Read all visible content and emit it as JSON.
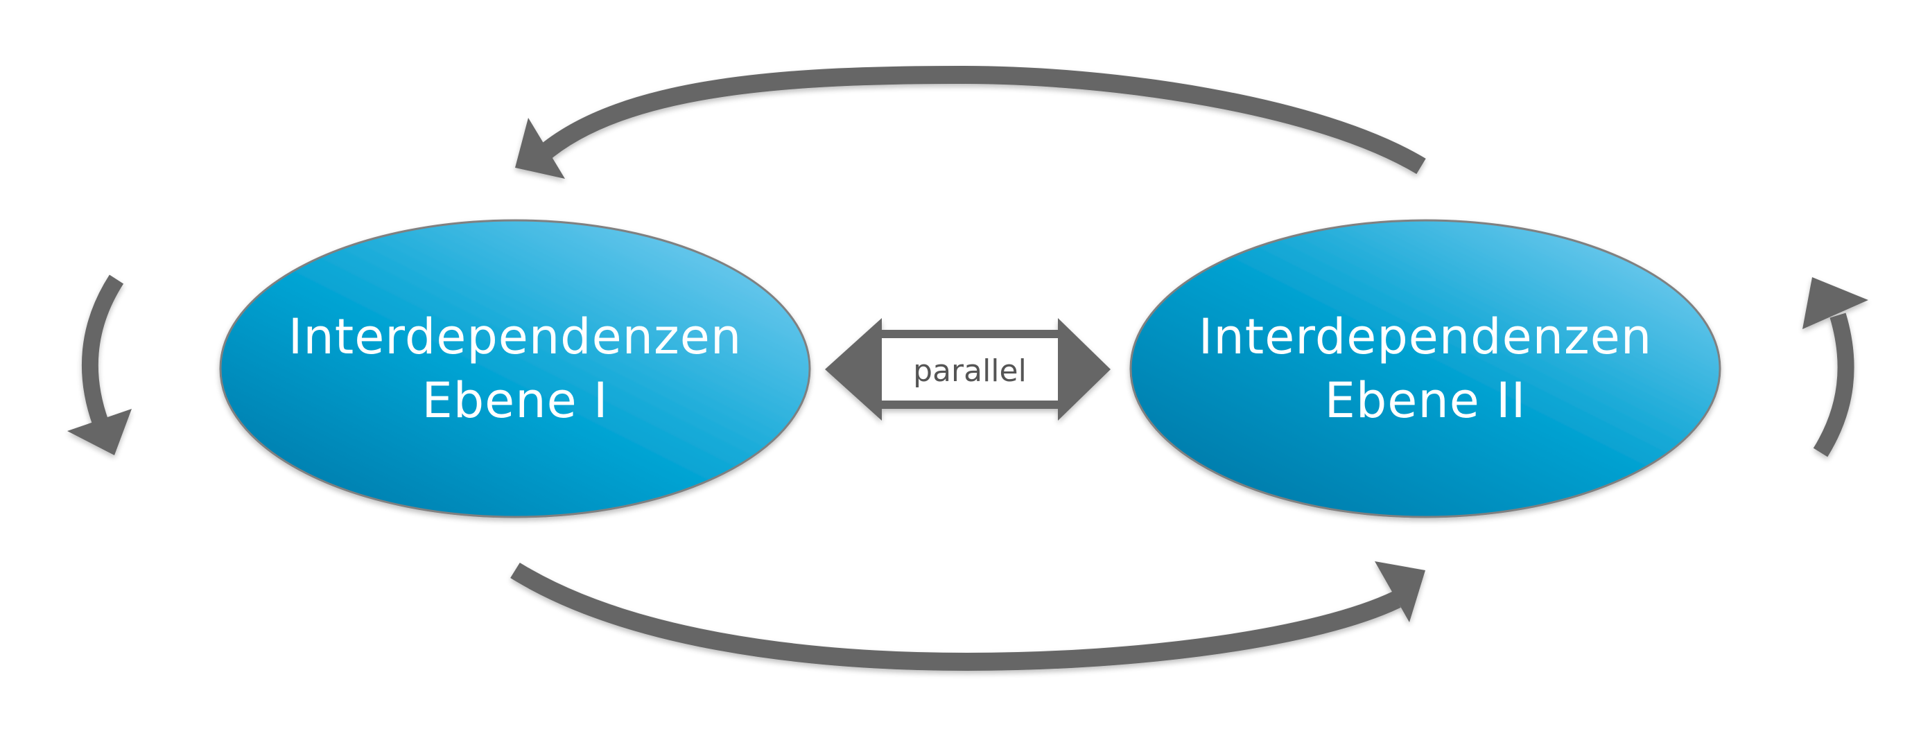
{
  "nodes": {
    "level1": {
      "line1": "Interdependenzen",
      "line2": "Ebene I"
    },
    "level2": {
      "line1": "Interdependenzen",
      "line2": "Ebene II"
    }
  },
  "connector": {
    "label": "parallel"
  },
  "colors": {
    "arrow": "#666666",
    "ellipse_light": "#7ccdf2",
    "ellipse_mid": "#00a0d0",
    "ellipse_dark": "#0078a8",
    "ellipse_stroke": "#808080",
    "text_on_ellipse": "#ffffff"
  }
}
